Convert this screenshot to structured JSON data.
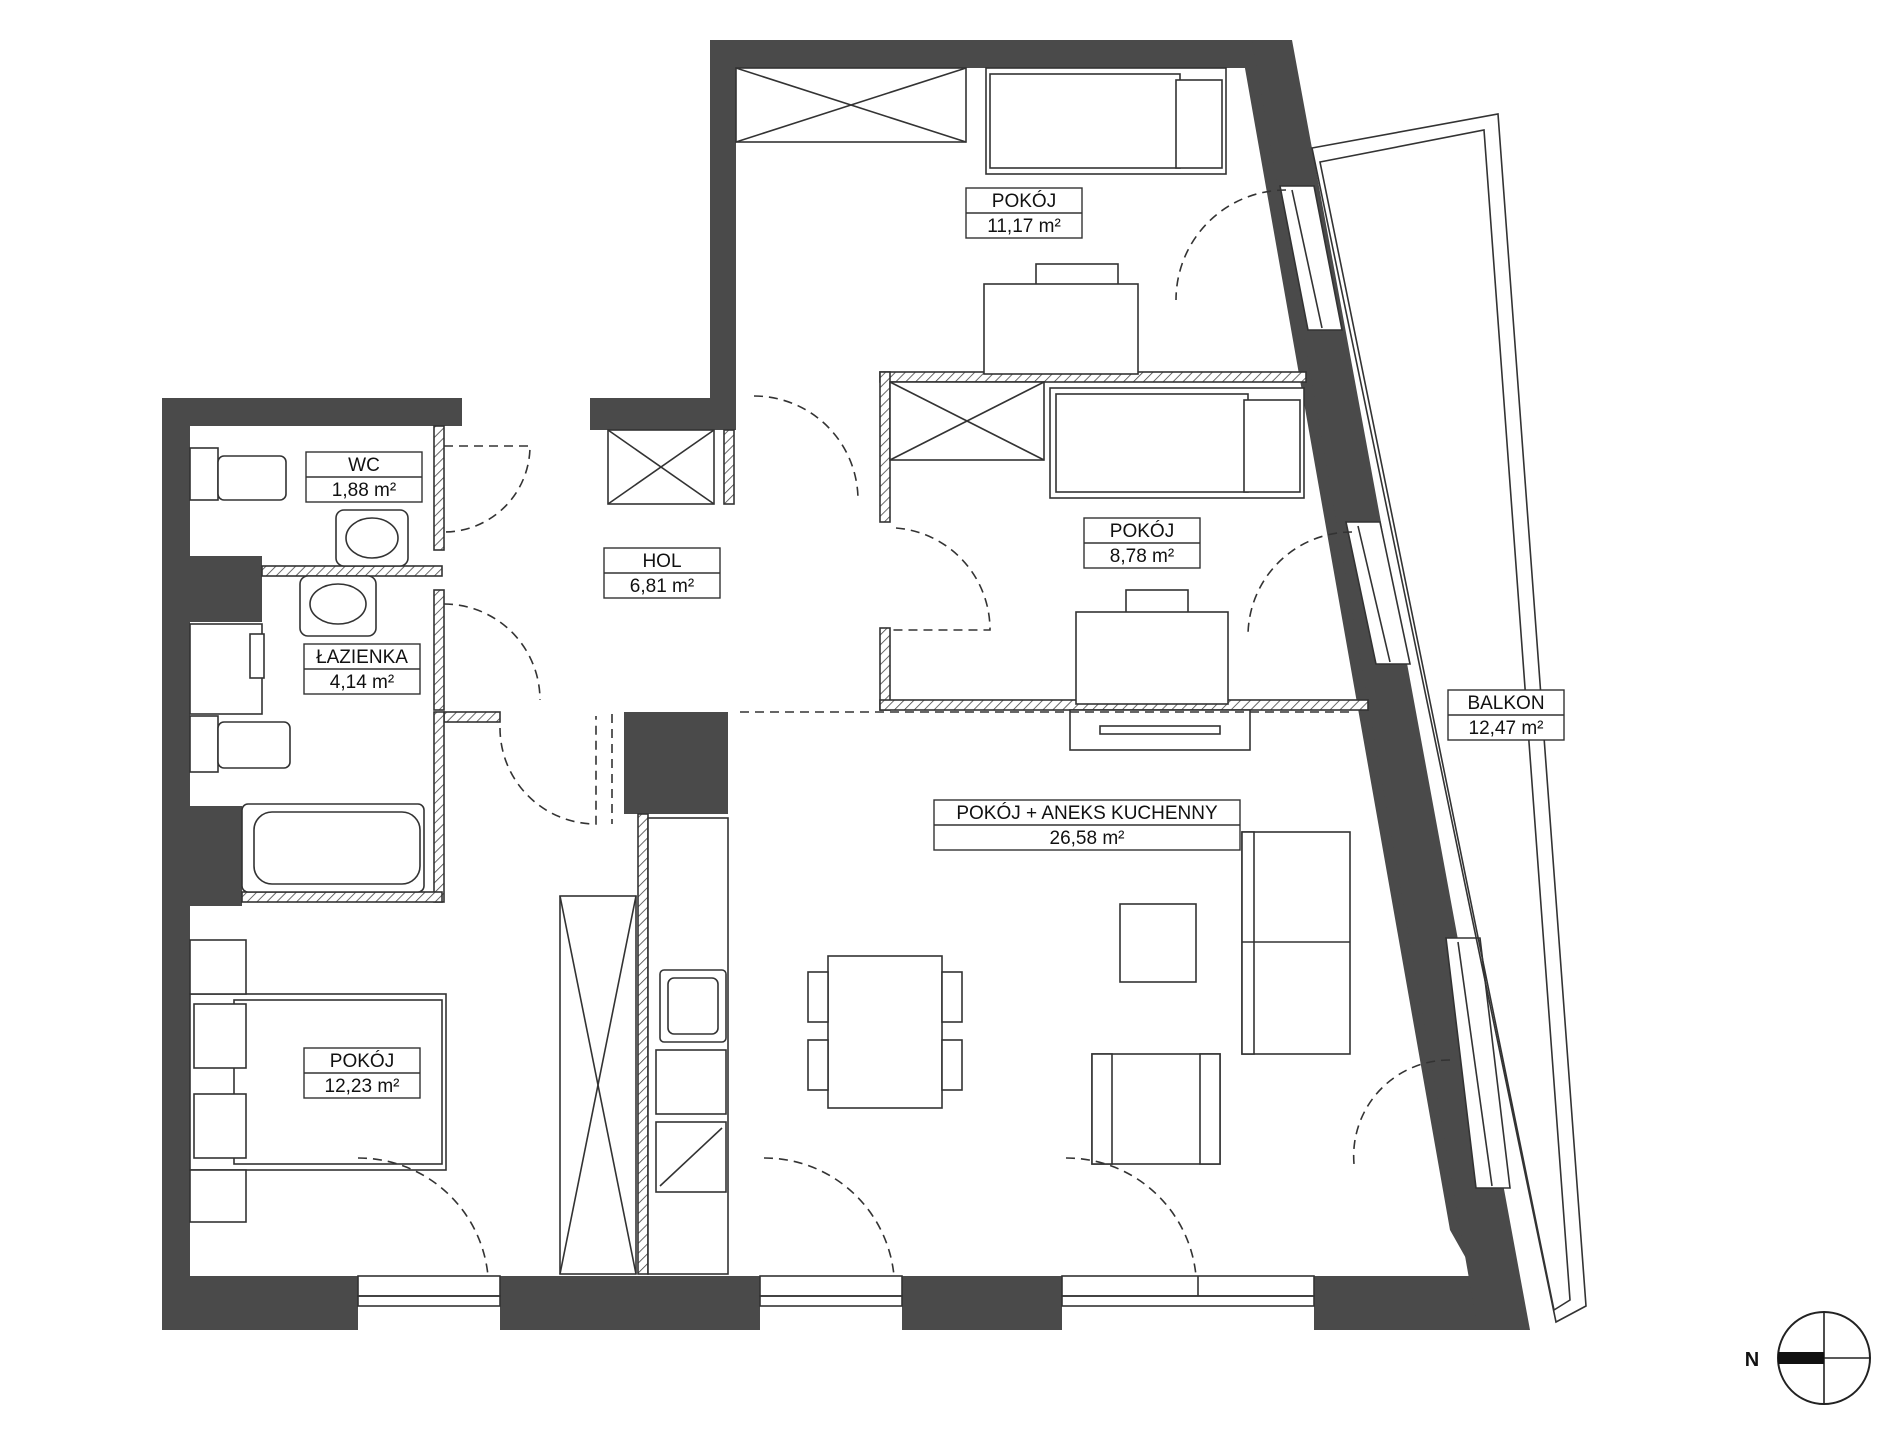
{
  "rooms": {
    "wc": {
      "name": "WC",
      "area": "1,88 m²"
    },
    "lazienka": {
      "name": "ŁAZIENKA",
      "area": "4,14 m²"
    },
    "hol": {
      "name": "HOL",
      "area": "6,81 m²"
    },
    "pokoj_top": {
      "name": "POKÓJ",
      "area": "11,17 m²"
    },
    "pokoj_mid": {
      "name": "POKÓJ",
      "area": "8,78 m²"
    },
    "pokoj_left": {
      "name": "POKÓJ",
      "area": "12,23 m²"
    },
    "salon": {
      "name": "POKÓJ + ANEKS KUCHENNY",
      "area": "26,58 m²"
    },
    "balkon": {
      "name": "BALKON",
      "area": "12,47 m²"
    }
  },
  "compass": {
    "north_letter": "N"
  },
  "colors": {
    "wall": "#4a4a4a",
    "line": "#333333"
  }
}
